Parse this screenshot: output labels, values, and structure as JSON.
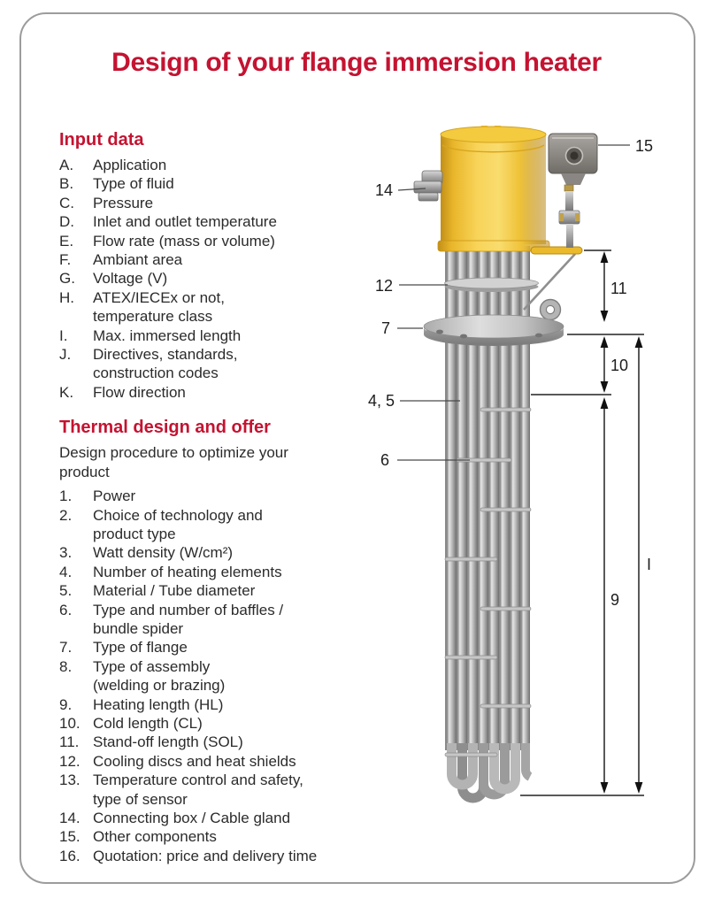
{
  "title": "Design of your flange immersion heater",
  "colors": {
    "accent": "#c41331",
    "body_text": "#2b2b2b",
    "frame_border": "#9c9c9c",
    "heater_yellow": "#f2c433",
    "metal_gray": "#a9a9a9"
  },
  "sections": {
    "input": {
      "heading": "Input data",
      "items": [
        {
          "marker": "A.",
          "text": "Application"
        },
        {
          "marker": "B.",
          "text": "Type of fluid"
        },
        {
          "marker": "C.",
          "text": "Pressure"
        },
        {
          "marker": "D.",
          "text": "Inlet and outlet temperature"
        },
        {
          "marker": "E.",
          "text": "Flow rate (mass or volume)"
        },
        {
          "marker": "F.",
          "text": "Ambiant area"
        },
        {
          "marker": "G.",
          "text": "Voltage (V)"
        },
        {
          "marker": "H.",
          "text": "ATEX/IECEx or not,\ntemperature class"
        },
        {
          "marker": "I.",
          "text": "Max. immersed length"
        },
        {
          "marker": "J.",
          "text": "Directives, standards,\nconstruction codes"
        },
        {
          "marker": "K.",
          "text": "Flow direction"
        }
      ]
    },
    "thermal": {
      "heading": "Thermal design and offer",
      "intro": "Design procedure to optimize your\nproduct",
      "items": [
        {
          "marker": "1.",
          "text": "Power"
        },
        {
          "marker": "2.",
          "text": "Choice of technology and\nproduct type"
        },
        {
          "marker": "3.",
          "text": "Watt density (W/cm²)"
        },
        {
          "marker": "4.",
          "text": "Number of heating elements"
        },
        {
          "marker": "5.",
          "text": "Material / Tube diameter"
        },
        {
          "marker": "6.",
          "text": "Type and number of baffles /\nbundle spider"
        },
        {
          "marker": "7.",
          "text": "Type of flange"
        },
        {
          "marker": "8.",
          "text": "Type of assembly\n(welding or brazing)"
        },
        {
          "marker": "9.",
          "text": "Heating length (HL)"
        },
        {
          "marker": "10.",
          "text": "Cold length (CL)"
        },
        {
          "marker": "11.",
          "text": "Stand-off length (SOL)"
        },
        {
          "marker": "12.",
          "text": "Cooling discs and heat shields"
        },
        {
          "marker": "13.",
          "text": "Temperature control and safety,\ntype of sensor"
        },
        {
          "marker": "14.",
          "text": "Connecting box / Cable gland"
        },
        {
          "marker": "15.",
          "text": "Other components"
        },
        {
          "marker": "16.",
          "text": "Quotation: price and delivery time"
        }
      ]
    }
  },
  "illustration": {
    "callouts": {
      "c14": "14",
      "c15": "15",
      "c12": "12",
      "c7": "7",
      "c45": "4, 5",
      "c6": "6"
    },
    "dimensions": {
      "d11": "11",
      "d10": "10",
      "d9": "9",
      "dI": "I"
    }
  }
}
